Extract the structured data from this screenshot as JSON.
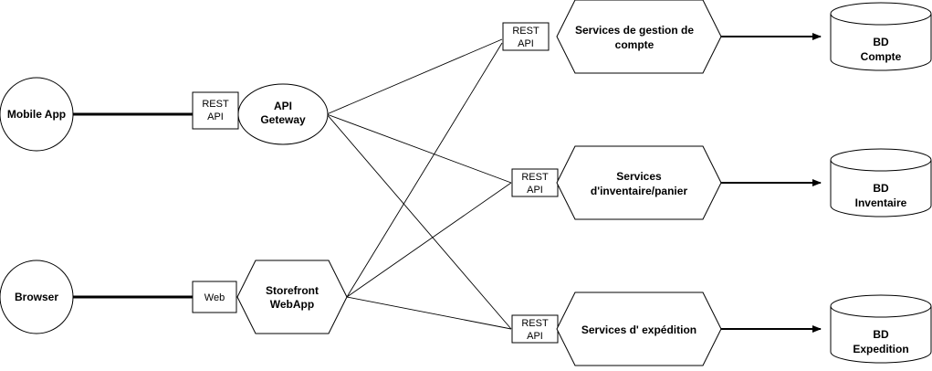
{
  "clients": {
    "mobile_app": "Mobile App",
    "browser": "Browser"
  },
  "interfaces": {
    "gateway_rest": [
      "REST",
      "API"
    ],
    "web": "Web",
    "account_rest": [
      "REST",
      "API"
    ],
    "inventory_rest": [
      "REST",
      "API"
    ],
    "shipping_rest": [
      "REST",
      "API"
    ]
  },
  "gateways": {
    "api_gateway": [
      "API",
      "Geteway"
    ],
    "storefront": [
      "Storefront",
      "WebApp"
    ]
  },
  "services": {
    "account": [
      "Services de gestion de",
      "compte"
    ],
    "inventory": [
      "Services",
      "d'inventaire/panier"
    ],
    "shipping": [
      "Services d' expédition"
    ]
  },
  "databases": {
    "account": [
      "BD",
      "Compte"
    ],
    "inventory": [
      "BD",
      "Inventaire"
    ],
    "shipping": [
      "BD",
      "Expedition"
    ]
  },
  "colors": {
    "stroke": "#000000",
    "fill": "#ffffff"
  }
}
